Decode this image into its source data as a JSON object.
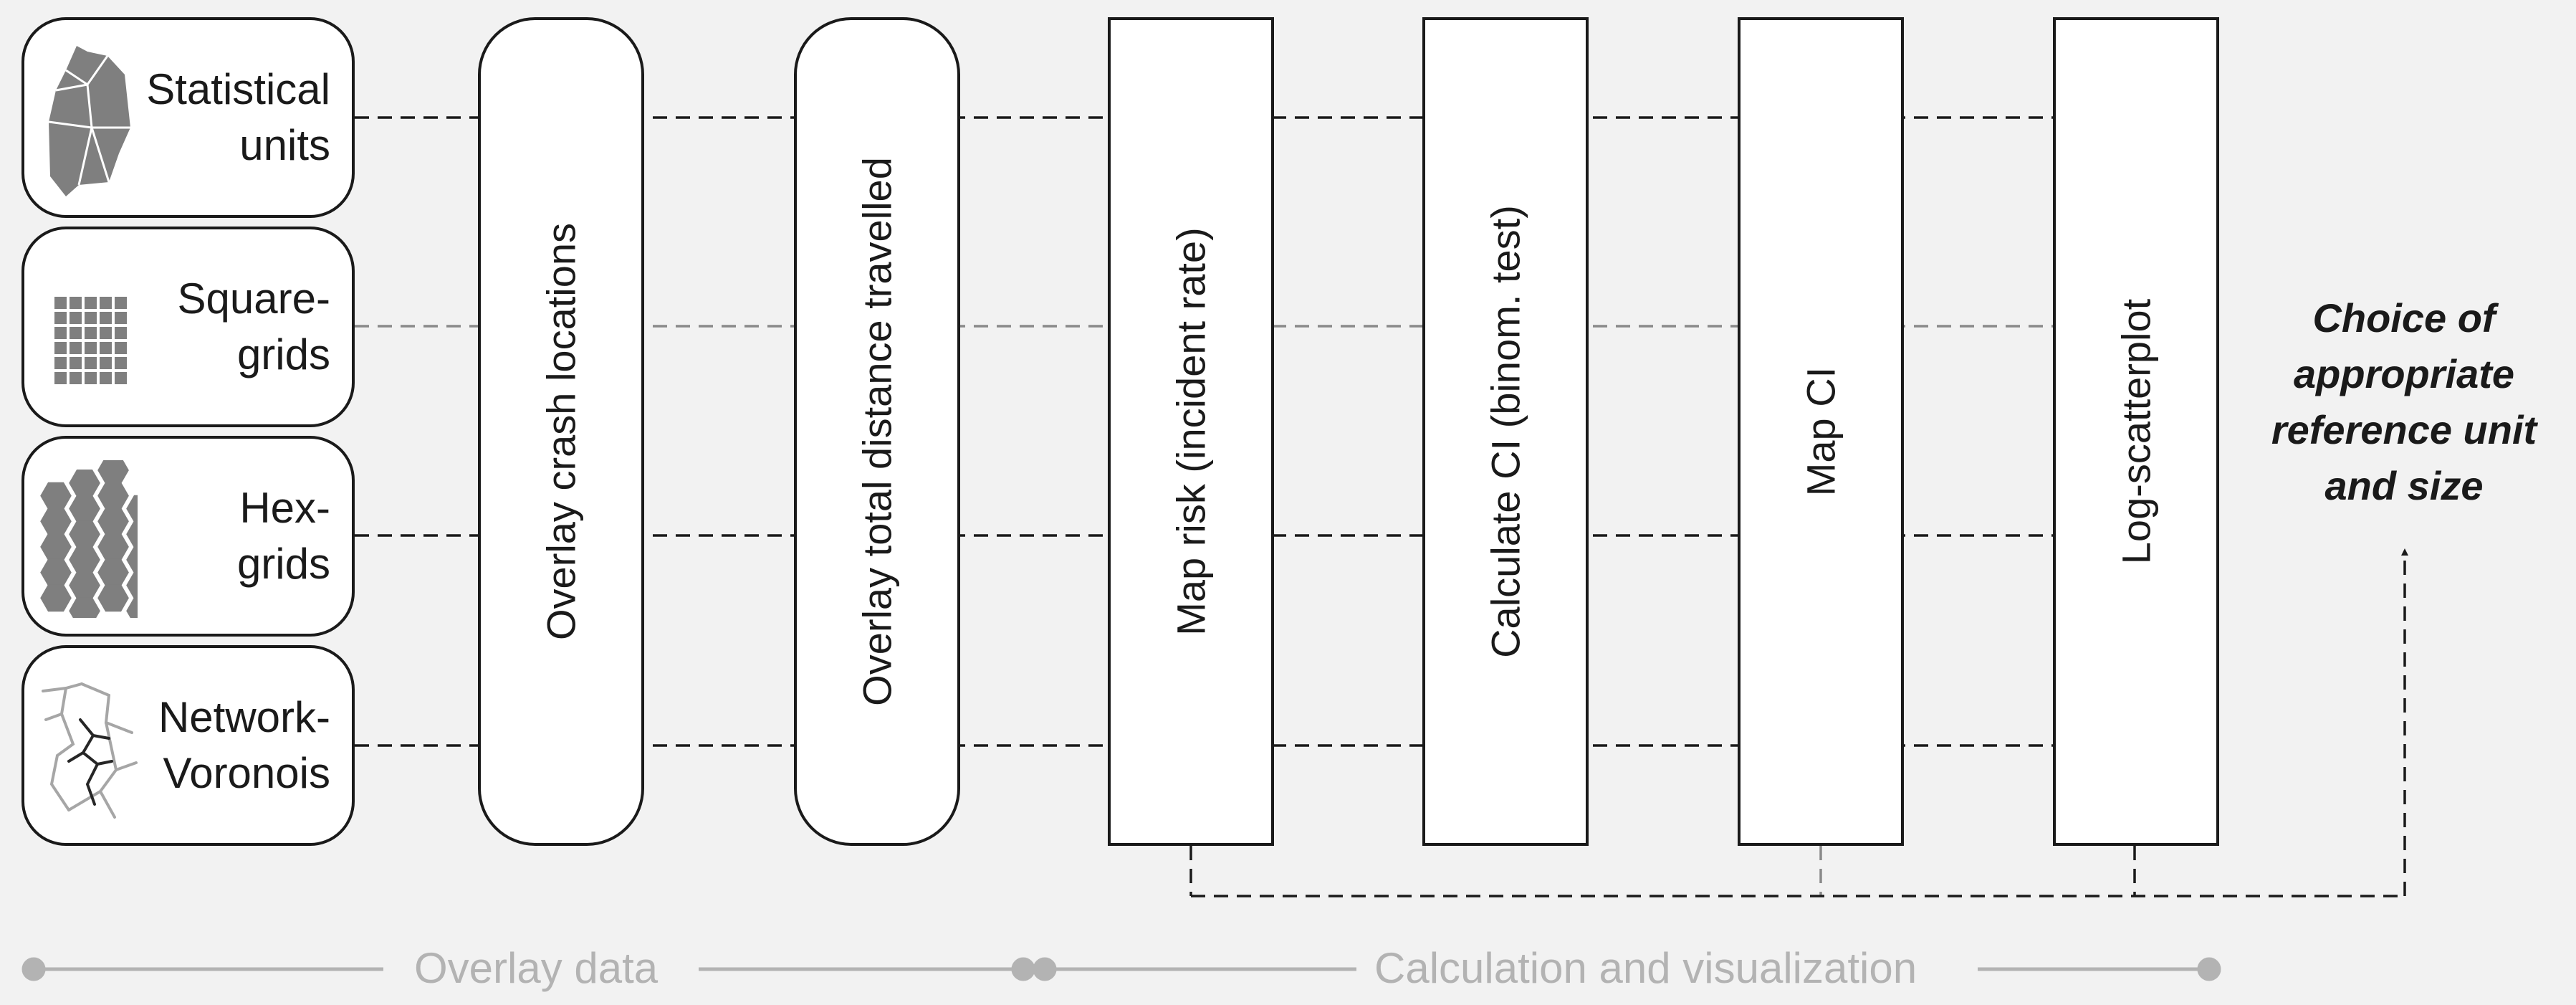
{
  "reference_units": [
    {
      "id": "statistical-units",
      "label_lines": [
        "Statistical",
        "units"
      ],
      "icon": "polygon-map-icon"
    },
    {
      "id": "square-grids",
      "label_lines": [
        "Square-",
        "grids"
      ],
      "icon": "square-grid-icon"
    },
    {
      "id": "hex-grids",
      "label_lines": [
        "Hex-",
        "grids"
      ],
      "icon": "hex-grid-icon"
    },
    {
      "id": "network-voronois",
      "label_lines": [
        "Network-",
        "Voronois"
      ],
      "icon": "network-voronoi-icon"
    }
  ],
  "steps": [
    {
      "id": "overlay-crash-locations",
      "label": "Overlay crash locations",
      "shape": "rounded"
    },
    {
      "id": "overlay-total-distance",
      "label": "Overlay total distance travelled",
      "shape": "rounded"
    },
    {
      "id": "map-risk",
      "label": "Map risk (incident rate)",
      "shape": "rect"
    },
    {
      "id": "calculate-ci",
      "label": "Calculate CI (binom. test)",
      "shape": "rect"
    },
    {
      "id": "map-ci",
      "label": "Map CI",
      "shape": "rect"
    },
    {
      "id": "log-scatterplot",
      "label": "Log-scatterplot",
      "shape": "rect"
    }
  ],
  "conclusion": {
    "lines": [
      "Choice of",
      "appropriate",
      "reference unit",
      "and size"
    ]
  },
  "phases": [
    {
      "id": "overlay-data",
      "label": "Overlay data"
    },
    {
      "id": "calculation-visualization",
      "label": "Calculation and visualization"
    }
  ],
  "colors": {
    "ink": "#1a1a1a",
    "icon_fill": "#7f7f7f",
    "phase_gray": "#b3b3b3",
    "background": "#f2f2f2"
  }
}
